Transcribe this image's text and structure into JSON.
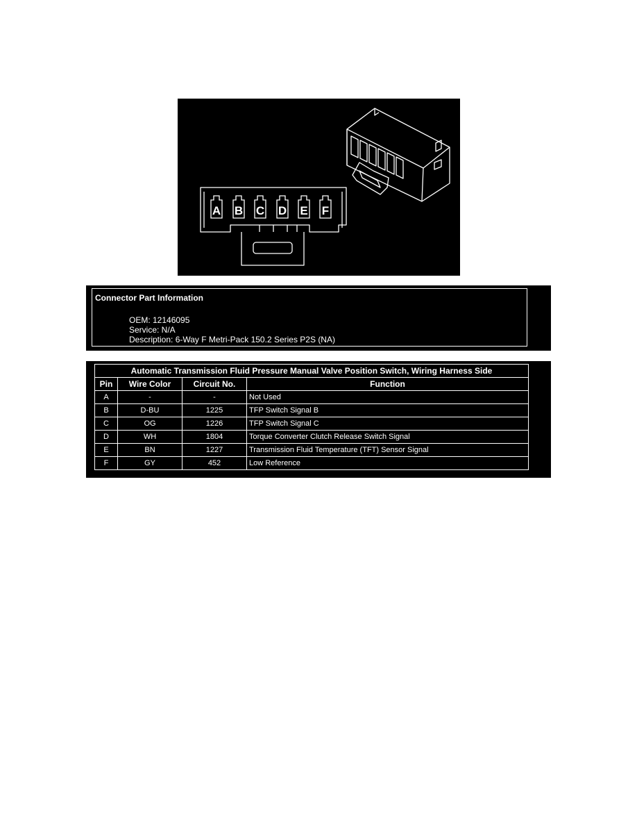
{
  "diagram": {
    "pin_labels": [
      "A",
      "B",
      "C",
      "D",
      "E",
      "F"
    ]
  },
  "connector_info": {
    "title": "Connector Part Information",
    "oem": "OEM: 12146095",
    "service": "Service: N/A",
    "description": "Description: 6-Way F Metri-Pack 150.2 Series P2S (NA)"
  },
  "pin_table": {
    "title": "Automatic Transmission Fluid Pressure Manual Valve Position Switch, Wiring Harness Side",
    "headers": [
      "Pin",
      "Wire Color",
      "Circuit No.",
      "Function"
    ],
    "rows": [
      {
        "pin": "A",
        "wire": "-",
        "circuit": "-",
        "function": "Not Used"
      },
      {
        "pin": "B",
        "wire": "D-BU",
        "circuit": "1225",
        "function": "TFP Switch Signal B"
      },
      {
        "pin": "C",
        "wire": "OG",
        "circuit": "1226",
        "function": "TFP Switch Signal C"
      },
      {
        "pin": "D",
        "wire": "WH",
        "circuit": "1804",
        "function": "Torque Converter Clutch Release Switch Signal"
      },
      {
        "pin": "E",
        "wire": "BN",
        "circuit": "1227",
        "function": "Transmission Fluid Temperature (TFT) Sensor Signal"
      },
      {
        "pin": "F",
        "wire": "GY",
        "circuit": "452",
        "function": "Low Reference"
      }
    ]
  }
}
